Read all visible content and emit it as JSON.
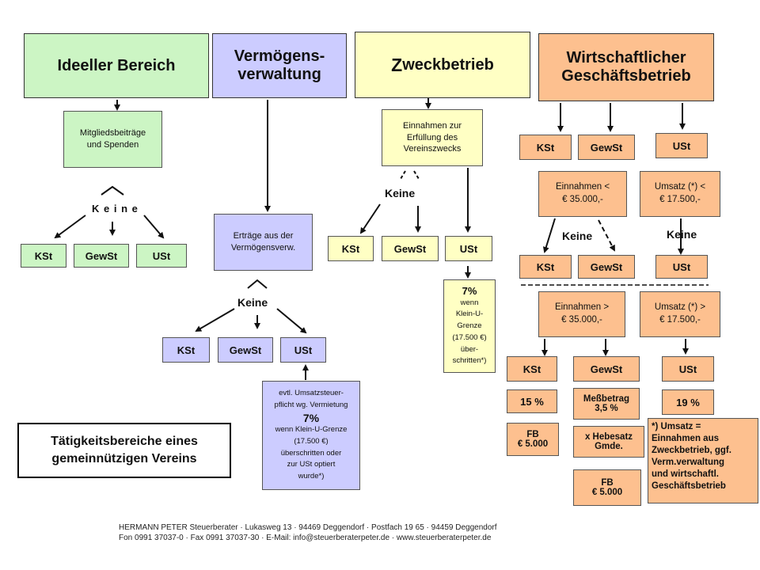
{
  "headers": {
    "ideeller": "Ideeller Bereich",
    "vermoegen_1": "Vermögens-",
    "vermoegen_2": "verwaltung",
    "zweck_z": "Z",
    "zweck_rest": "weckbetrieb",
    "wirtschaft_1": "Wirtschaftlicher",
    "wirtschaft_2": "Geschäftsbetrieb"
  },
  "ideeller": {
    "box_1": "Mitgliedsbeiträge",
    "box_2": "und Spenden",
    "keine": "K e i n e",
    "kst": "KSt",
    "gewst": "GewSt",
    "ust": "USt"
  },
  "vermoegen": {
    "box_1": "Erträge aus der",
    "box_2": "Vermögensverw.",
    "keine": "Keine",
    "kst": "KSt",
    "gewst": "GewSt",
    "ust": "USt",
    "note_1": "evtl. Umsatzsteuer-",
    "note_2": "pflicht wg. Vermietung",
    "note_pct": "7%",
    "note_3": "wenn Klein-U-Grenze",
    "note_4": "(17.500 €)",
    "note_5": "überschritten oder",
    "note_6": "zur USt optiert",
    "note_7": "wurde*)"
  },
  "zweck": {
    "box_1": "Einnahmen zur",
    "box_2": "Erfüllung des",
    "box_3": "Vereinszwecks",
    "keine": "Keine",
    "kst": "KSt",
    "gewst": "GewSt",
    "ust": "USt",
    "note_pct": "7%",
    "note_1": "wenn",
    "note_2": "Klein-U-",
    "note_3": "Grenze",
    "note_4": "(17.500 €)",
    "note_5": "über-",
    "note_6": "schritten*)"
  },
  "wirtschaft": {
    "kst_top": "KSt",
    "gewst_top": "GewSt",
    "ust_top": "USt",
    "einnahmen_le_1": "Einnahmen <",
    "einnahmen_le_2": "€ 35.000,-",
    "umsatz_le_1": "Umsatz (*) <",
    "umsatz_le_2": "€ 17.500,-",
    "keine_1": "Keine",
    "keine_2": "Keine",
    "kst_mid": "KSt",
    "gewst_mid": "GewSt",
    "ust_mid": "USt",
    "einnahmen_gt_1": "Einnahmen >",
    "einnahmen_gt_2": "€ 35.000,-",
    "umsatz_gt_1": "Umsatz  (*) >",
    "umsatz_gt_2": "€ 17.500,-",
    "kst_low": "KSt",
    "gewst_low": "GewSt",
    "ust_low": "USt",
    "kst_rate": "15 %",
    "messbetrag_1": "Meßbetrag",
    "messbetrag_2": "3,5 %",
    "ust_rate": "19 %",
    "fb1_1": "FB",
    "fb1_2": "€ 5.000",
    "hebesatz_1": "x Hebesatz",
    "hebesatz_2": "Gmde.",
    "fb2_1": "FB",
    "fb2_2": "€ 5.000",
    "footnote_1": "*)  Umsatz =",
    "footnote_2": "Einnahmen aus",
    "footnote_3": "Zweckbetrieb, ggf.",
    "footnote_4": "Verm.verwaltung",
    "footnote_5": "und wirtschaftl.",
    "footnote_6": "Geschäftsbetrieb"
  },
  "caption": {
    "line_1": "Tätigkeitsbereiche eines",
    "line_2": "gemeinnützigen Vereins"
  },
  "footer": {
    "line_1": "HERMANN PETER  Steuerberater  ·  Lukasweg 13  ·  94469 Deggendorf  ·  Postfach 19 65  ·  94459 Deggendorf",
    "line_2": "Fon 0991 37037-0  ·  Fax 0991 37037-30  ·  E-Mail: info@steuerberaterpeter.de  ·  www.steuerberaterpeter.de"
  },
  "colors": {
    "ideeller": "#ccf5c4",
    "vermoegen": "#ccccff",
    "zweck": "#ffffc4",
    "wirtschaft": "#fdc08f"
  }
}
